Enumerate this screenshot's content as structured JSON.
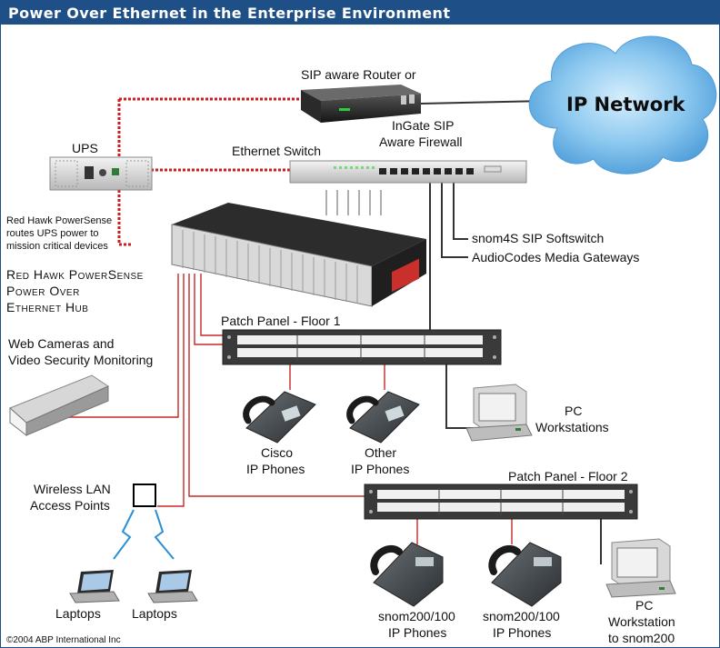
{
  "title": "Power Over Ethernet in the Enterprise Environment",
  "cloud_label": "IP Network",
  "labels": {
    "router_line1": "SIP aware Router or",
    "firewall_line1": "InGate SIP",
    "firewall_line2": "Aware Firewall",
    "ups": "UPS",
    "switch": "Ethernet Switch",
    "note_line1": "Red Hawk PowerSense",
    "note_line2": "routes UPS power to",
    "note_line3": "mission critical devices",
    "hub_line1": "Red Hawk PowerSense",
    "hub_line2": "Power Over",
    "hub_line3": "Ethernet Hub",
    "softswitch": "snom4S SIP Softswitch",
    "gateways": "AudioCodes Media Gateways",
    "patch1": "Patch Panel - Floor 1",
    "patch2": "Patch Panel - Floor 2",
    "cameras_line1": "Web Cameras and",
    "cameras_line2": "Video Security Monitoring",
    "pc1_line1": "PC",
    "pc1_line2": "Workstations",
    "cisco_line1": "Cisco",
    "cisco_line2": "IP Phones",
    "other_line1": "Other",
    "other_line2": "IP Phones",
    "wlan_line1": "Wireless LAN",
    "wlan_line2": "Access Points",
    "laptop1": "Laptops",
    "laptop2": "Laptops",
    "snom_a_line1": "snom200/100",
    "snom_a_line2": "IP Phones",
    "snom_b_line1": "snom200/100",
    "snom_b_line2": "IP Phones",
    "pc2_line1": "PC",
    "pc2_line2": "Workstation",
    "pc2_line3": "to snom200",
    "copyright": "©2004 ABP International Inc"
  },
  "colors": {
    "title_bar": "#1e4f87",
    "power_line": "#d11a1a",
    "data_line": "#333333",
    "poe_line": "#c62828",
    "cloud": "#6fb6e8",
    "wireless": "#2b8fd6"
  }
}
